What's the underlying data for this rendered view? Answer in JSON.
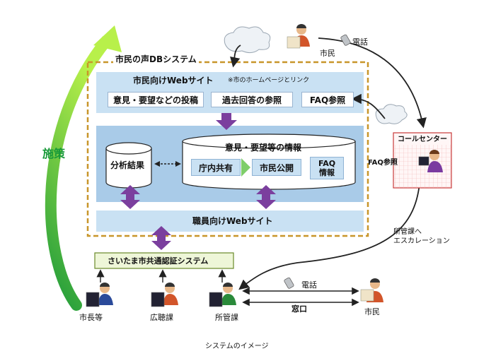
{
  "system_title": "市民の声DBシステム",
  "citizen_site": {
    "title": "市民向けWebサイト",
    "note": "※市のホームページとリンク",
    "buttons": [
      "意見・要望などの投稿",
      "過去回答の参照",
      "FAQ参照"
    ]
  },
  "database": {
    "title": "意見・要望等の情報",
    "stages": [
      "庁内共有",
      "市民公開"
    ],
    "faq": "FAQ\n情報"
  },
  "analysis": "分析結果",
  "staff_site": "職員向けWebサイト",
  "auth_system": "さいたま市共通認証システム",
  "policy": "施策",
  "call_center": "コールセンター",
  "labels": {
    "citizen_top": "市民",
    "phone_top": "電話",
    "faq_ref": "FAQ参照",
    "escalation": "所管課へ\nエスカレーション",
    "phone_bottom": "電話",
    "window": "窓口",
    "citizen_bottom": "市民"
  },
  "users": [
    "市長等",
    "広聴課",
    "所管課"
  ],
  "caption": "システムのイメージ",
  "colors": {
    "dashed_border": "#c8962a",
    "purple_arrow": "#7b3f9e",
    "green_arrow": "#3cb43c",
    "policy_text": "#1a9a3a",
    "auth_fill": "#eef6d8",
    "auth_border": "#6a8a2a"
  }
}
